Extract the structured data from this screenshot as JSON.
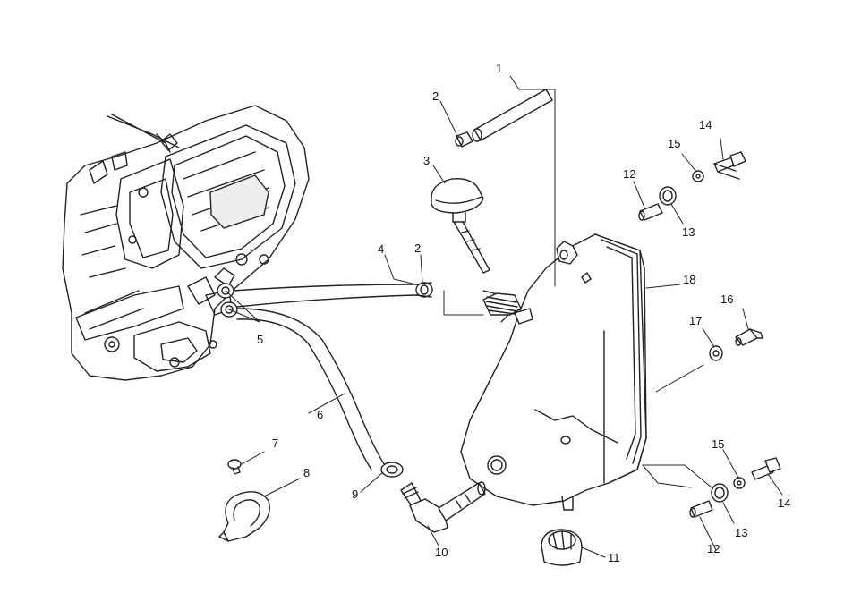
{
  "diagram": {
    "colors": {
      "line": "#222222",
      "fill": "#ffffff",
      "shade": "#d8d8d8"
    },
    "callouts": [
      {
        "id": "c1",
        "text": "1"
      },
      {
        "id": "c2a",
        "text": "2"
      },
      {
        "id": "c2b",
        "text": "2"
      },
      {
        "id": "c3",
        "text": "3"
      },
      {
        "id": "c4",
        "text": "4"
      },
      {
        "id": "c5",
        "text": "5"
      },
      {
        "id": "c6",
        "text": "6"
      },
      {
        "id": "c7",
        "text": "7"
      },
      {
        "id": "c8",
        "text": "8"
      },
      {
        "id": "c9",
        "text": "9"
      },
      {
        "id": "c10",
        "text": "10"
      },
      {
        "id": "c11",
        "text": "11"
      },
      {
        "id": "c12a",
        "text": "12"
      },
      {
        "id": "c12b",
        "text": "12"
      },
      {
        "id": "c13a",
        "text": "13"
      },
      {
        "id": "c13b",
        "text": "13"
      },
      {
        "id": "c14a",
        "text": "14"
      },
      {
        "id": "c14b",
        "text": "14"
      },
      {
        "id": "c15a",
        "text": "15"
      },
      {
        "id": "c15b",
        "text": "15"
      },
      {
        "id": "c16",
        "text": "16"
      },
      {
        "id": "c17",
        "text": "17"
      },
      {
        "id": "c18",
        "text": "18"
      }
    ]
  }
}
